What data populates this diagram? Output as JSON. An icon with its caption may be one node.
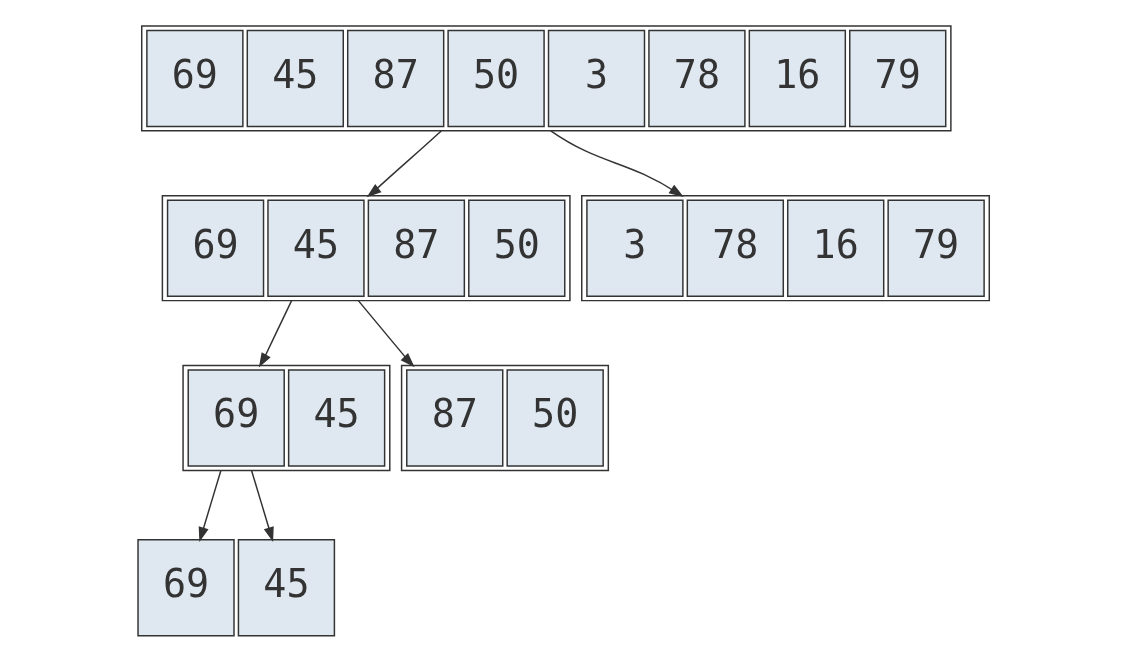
{
  "diagram": {
    "nodes": [
      {
        "text": [],
        "shape": "box"
      },
      {
        "text": [
          "69"
        ],
        "in": 0
      },
      {
        "text": [
          "45"
        ],
        "in": 0
      },
      {
        "text": [
          "87"
        ],
        "in": 0
      },
      {
        "text": [
          "50"
        ],
        "in": 0
      },
      {
        "text": [
          "3"
        ],
        "in": 0
      },
      {
        "text": [
          "78"
        ],
        "in": 0
      },
      {
        "text": [
          "16"
        ],
        "in": 0
      },
      {
        "text": [
          "79"
        ],
        "in": 0
      },
      {
        "text": [],
        "shape": "box"
      },
      {
        "text": [
          "69"
        ],
        "in": 9
      },
      {
        "text": [
          "45"
        ],
        "in": 9
      },
      {
        "text": [
          "87"
        ],
        "in": 9
      },
      {
        "text": [
          "50"
        ],
        "in": 9
      },
      {
        "text": [],
        "shape": "box"
      },
      {
        "text": [
          "3"
        ],
        "in": 14
      },
      {
        "text": [
          "78"
        ],
        "in": 14
      },
      {
        "text": [
          "16"
        ],
        "in": 14
      },
      {
        "text": [
          "79"
        ],
        "in": 14
      },
      {
        "text": [],
        "shape": "box"
      },
      {
        "text": [
          "69"
        ],
        "in": 19
      },
      {
        "text": [
          "45"
        ],
        "in": 19
      },
      {
        "text": [],
        "shape": "box"
      },
      {
        "text": [
          "87"
        ],
        "in": 22
      },
      {
        "text": [
          "50"
        ],
        "in": 22
      },
      {
        "text": [
          "69"
        ]
      },
      {
        "text": [
          "45"
        ]
      }
    ],
    "edges": [
      {
        "from": 0,
        "to": 9,
        "arrow": "to"
      },
      {
        "from": 0,
        "to": 14,
        "arrow": "to"
      },
      {
        "from": 9,
        "to": 19,
        "arrow": "to"
      },
      {
        "from": 9,
        "to": 22,
        "arrow": "to"
      },
      {
        "from": 19,
        "to": 25,
        "arrow": "to"
      },
      {
        "from": 19,
        "to": 26,
        "arrow": "to"
      }
    ]
  }
}
